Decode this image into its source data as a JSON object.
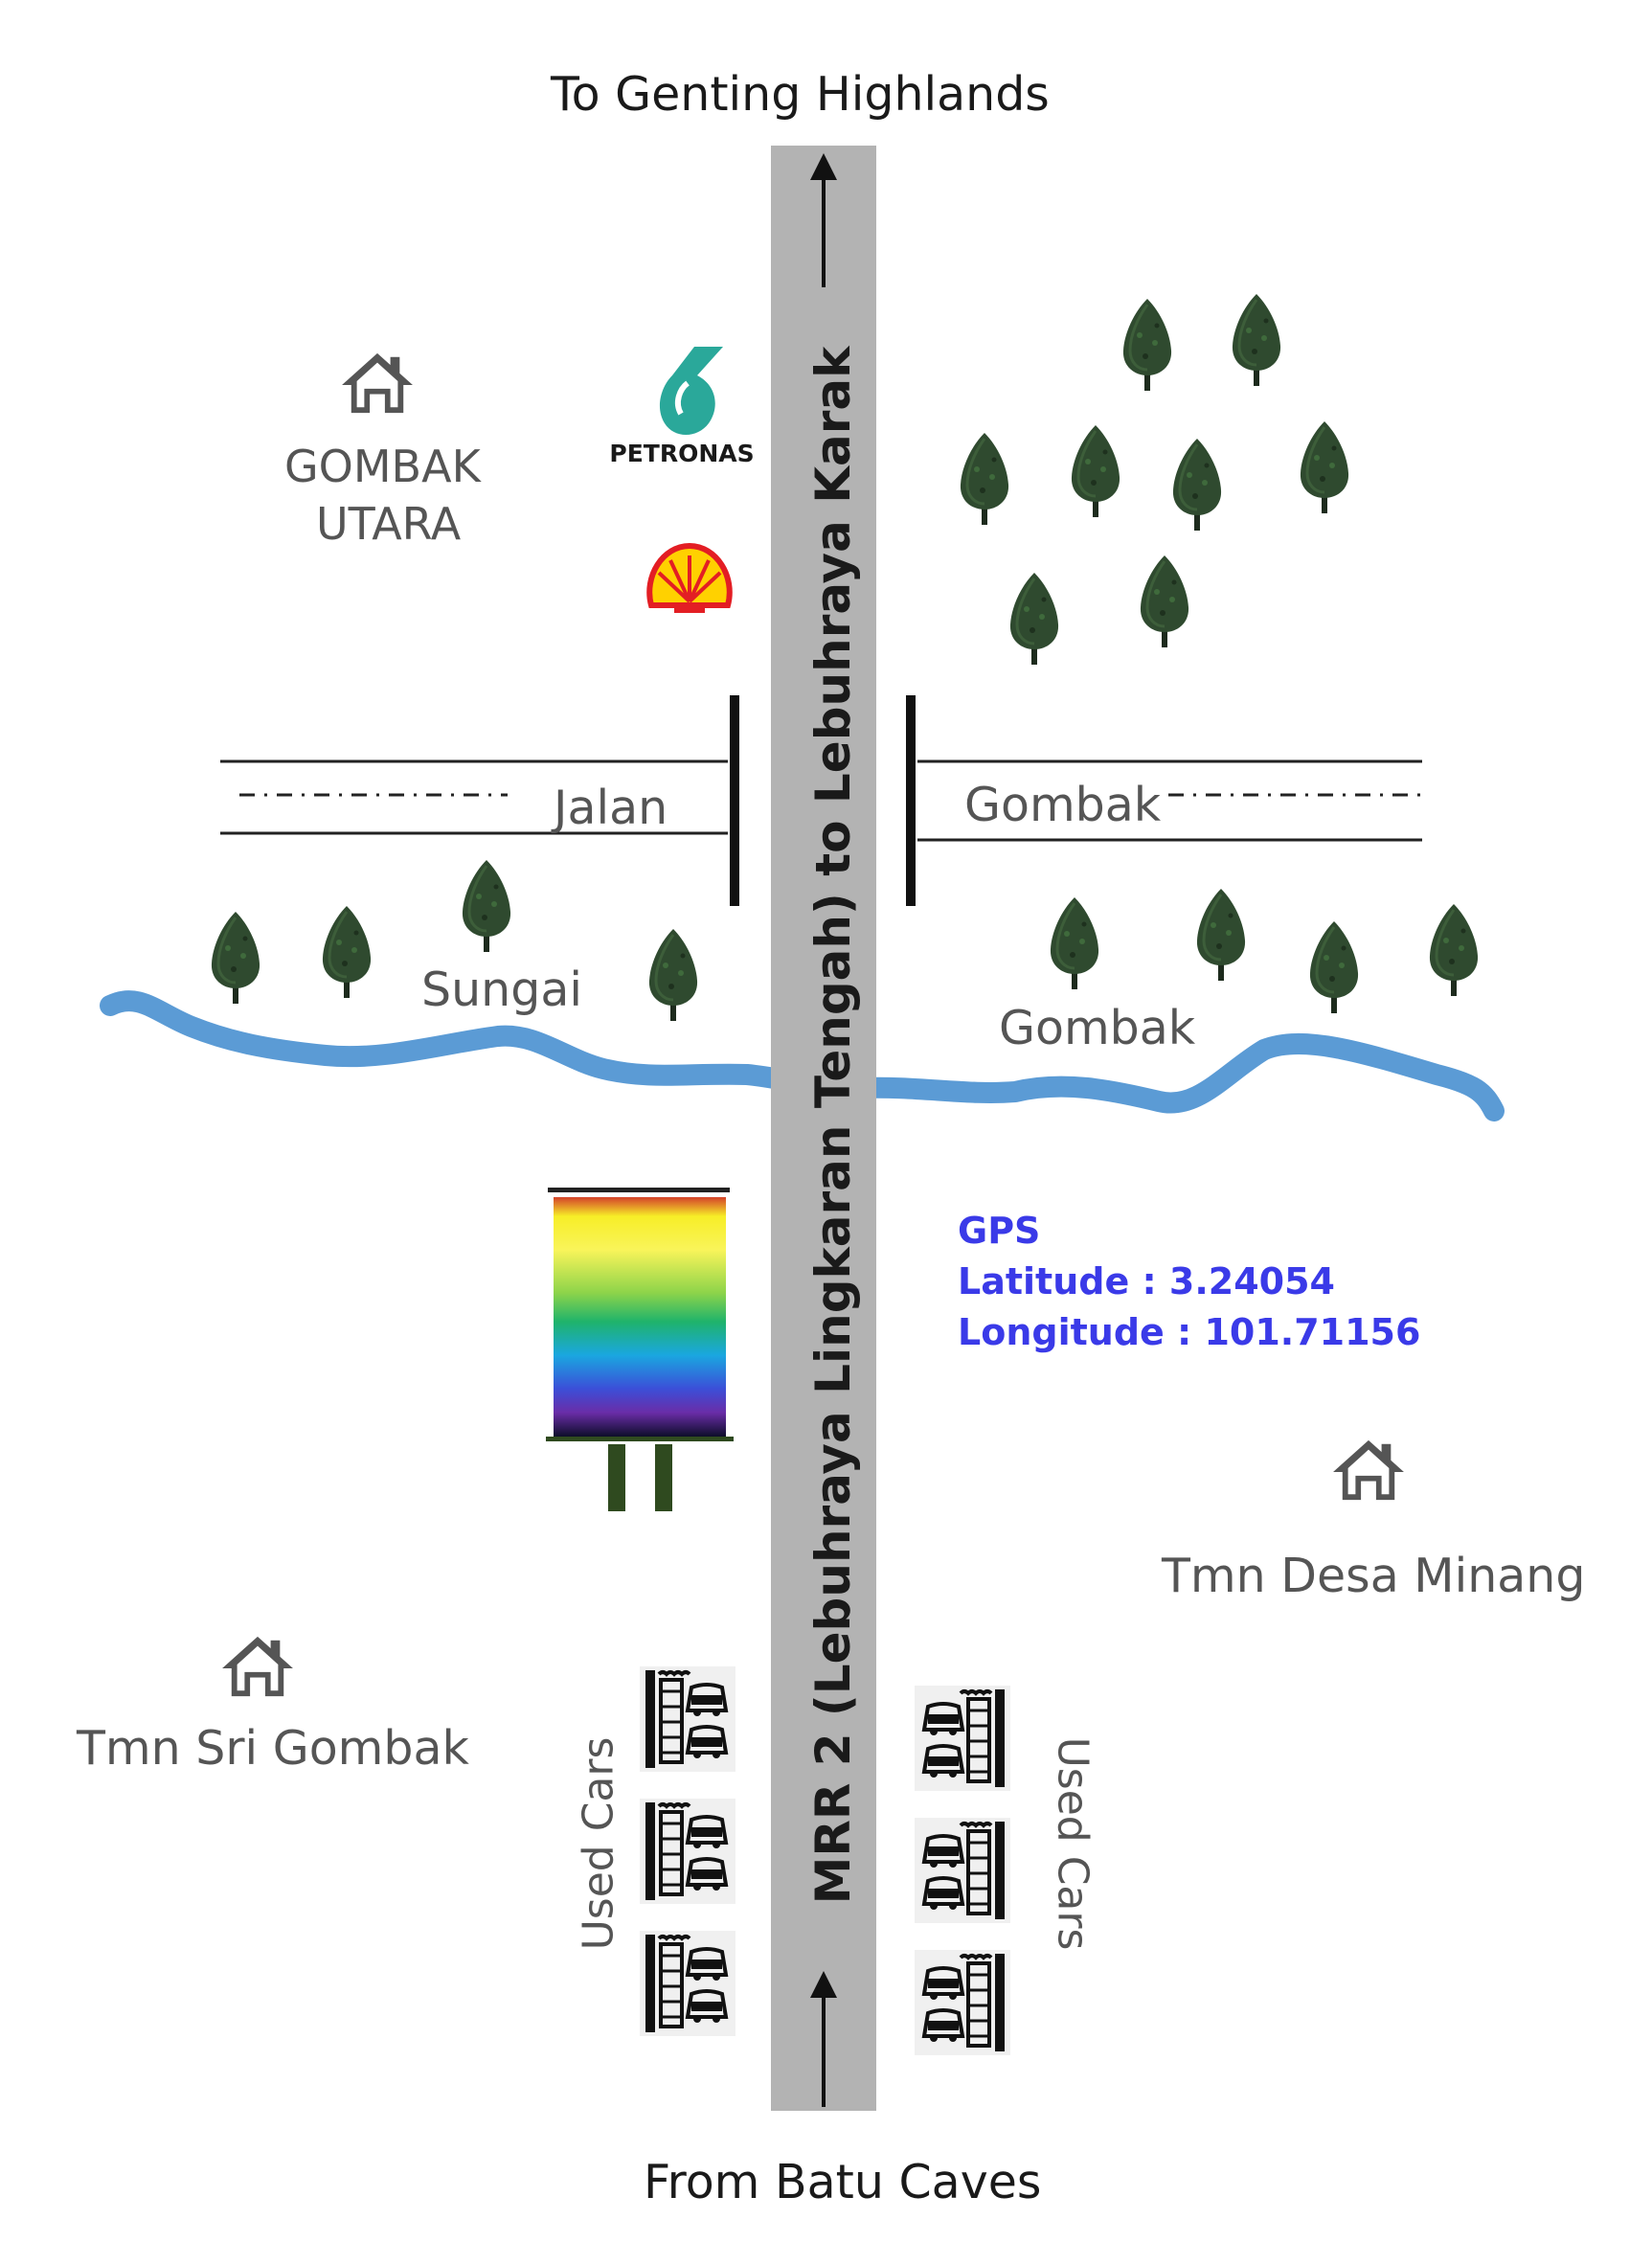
{
  "directions": {
    "north": "To Genting Highlands",
    "south": "From Batu Caves"
  },
  "main_road": {
    "label": "MRR 2 (Lebuhraya Lingkaran Tengah) to Lebuhraya Karak"
  },
  "cross_road": {
    "label_left": "Jalan",
    "label_right": "Gombak"
  },
  "river": {
    "label_left": "Sungai",
    "label_right": "Gombak",
    "color": "#5b9bd5"
  },
  "areas": {
    "gombak_utara_line1": "GOMBAK",
    "gombak_utara_line2": "UTARA",
    "desa_minang": "Tmn Desa Minang",
    "sri_gombak": "Tmn Sri Gombak"
  },
  "landmarks": {
    "petronas": "PETRONAS",
    "shell_icon": "shell-logo-icon",
    "billboard_icon": "billboard-icon",
    "used_cars_left": "Used Cars",
    "used_cars_right": "Used Cars"
  },
  "gps": {
    "title": "GPS",
    "latitude_label": "Latitude : 3.24054",
    "longitude_label": "Longitude : 101.71156",
    "color": "#3a3ae8"
  },
  "colors": {
    "road": "#b3b3b3",
    "tree": "#2f4f2f",
    "house": "#555555",
    "petronas": "#2aa89a",
    "shell_red": "#e31e24",
    "shell_yellow": "#ffd100"
  }
}
